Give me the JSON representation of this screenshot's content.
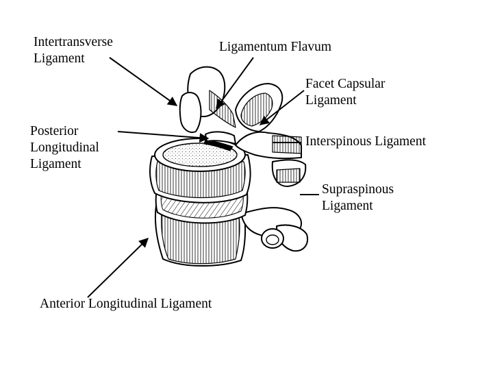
{
  "labels": {
    "intertransverse": [
      "Intertransverse",
      "Ligament"
    ],
    "flavum": [
      "Ligamentum Flavum"
    ],
    "facet": [
      "Facet Capsular",
      "Ligament"
    ],
    "posterior": [
      "Posterior",
      "Longitudinal",
      "Ligament"
    ],
    "interspinous": [
      "Interspinous Ligament"
    ],
    "supraspinous": [
      "Supraspinous",
      "Ligament"
    ],
    "anterior": [
      "Anterior Longitudinal Ligament"
    ]
  },
  "colors": {
    "ink": "#000000",
    "background": "#ffffff"
  }
}
